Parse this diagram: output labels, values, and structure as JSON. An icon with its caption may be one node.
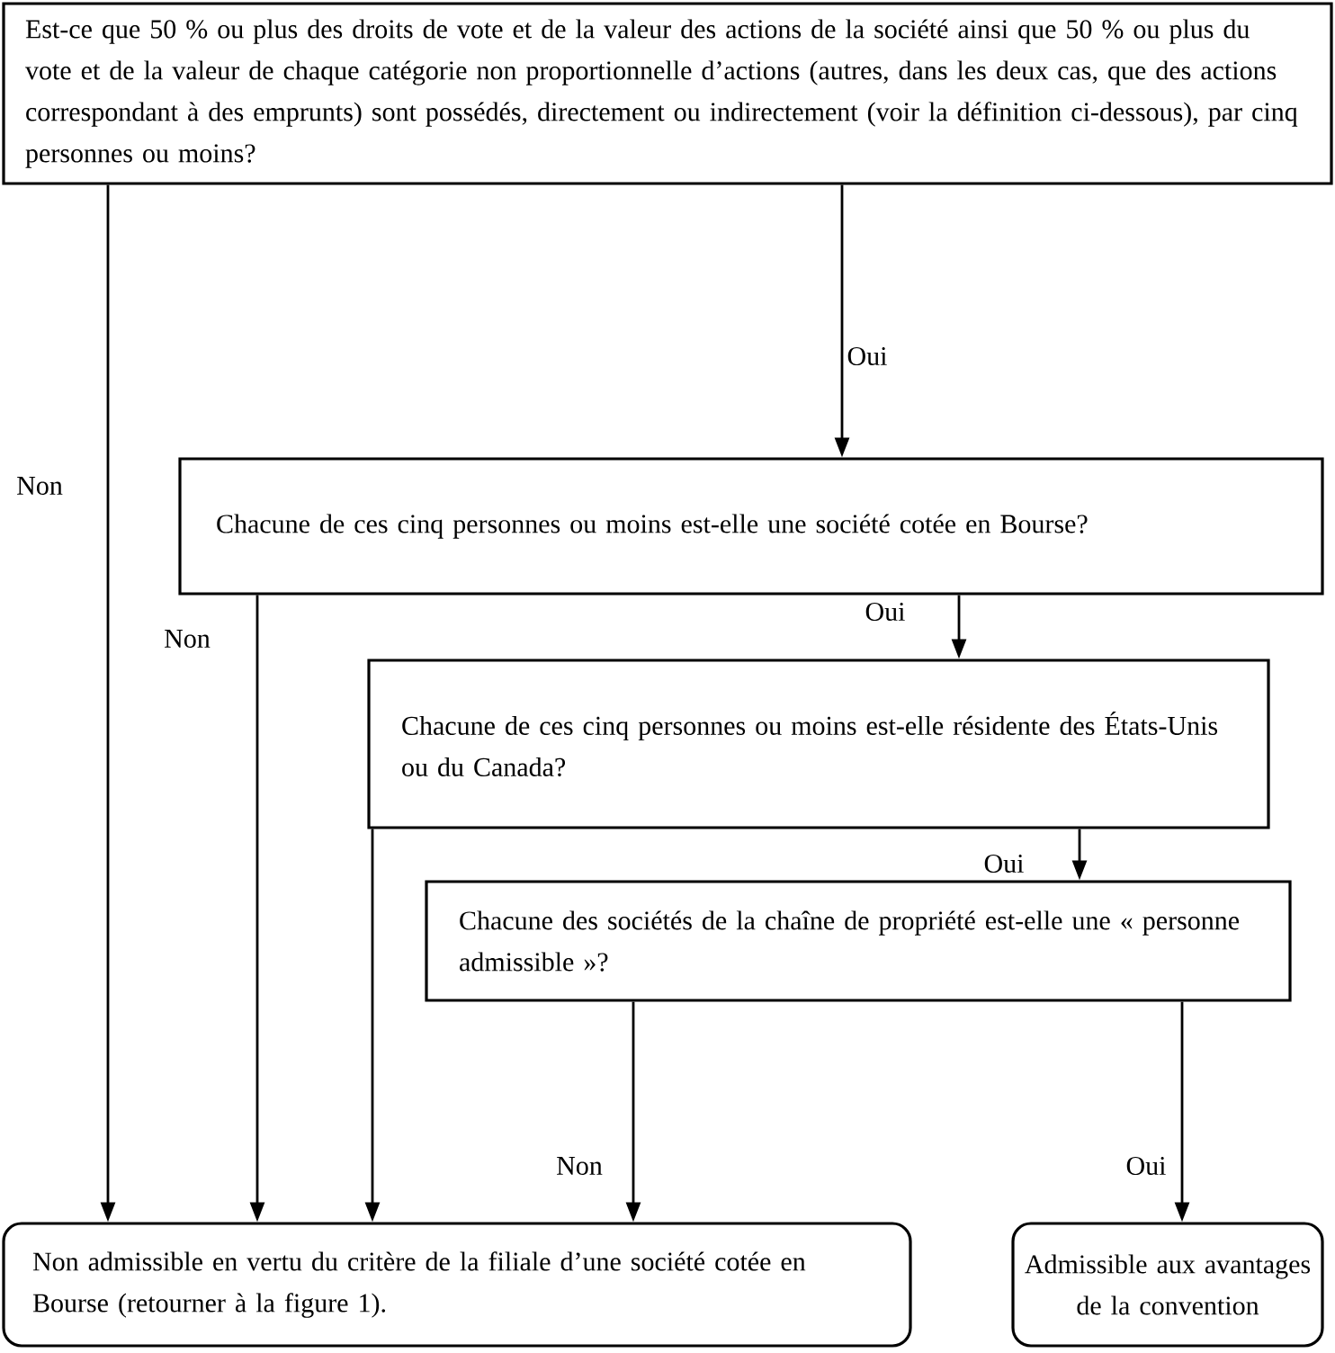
{
  "diagram": {
    "nodes": [
      {
        "text": [
          "Est-ce que 50 % ou plus des droits de vote et de la valeur des actions de la société ainsi que 50 % ou plus du vote et de la valeur de chaque catégorie non proportionnelle d’actions (autres, dans les deux cas, que des actions correspondant à des emprunts) sont possédés, directement ou indirectement (voir la définition ci-dessous), par cinq personnes ou moins?"
        ]
      },
      {
        "text": [
          "Chacune de ces cinq personnes ou moins est-elle une société cotée en Bourse?"
        ]
      },
      {
        "text": [
          "Chacune de ces cinq personnes ou moins est-elle résidente des États-Unis ou du Canada?"
        ]
      },
      {
        "text": [
          "Chacune des sociétés de la chaîne de propriété est-elle une « personne admissible »?"
        ]
      },
      {
        "text": [
          "Non admissible en vertu du critère de la filiale d’une société cotée en Bourse (retourner à la figure 1)."
        ]
      },
      {
        "text": [
          "Admissible aux avantages de la convention"
        ]
      }
    ],
    "edges": [
      {
        "from": 0,
        "to": 4,
        "arrow": "to",
        "label": "Non"
      },
      {
        "from": 0,
        "to": 1,
        "arrow": "to",
        "label": "Oui"
      },
      {
        "from": 1,
        "to": 4,
        "arrow": "to",
        "label": "Non"
      },
      {
        "from": 1,
        "to": 2,
        "arrow": "to",
        "label": "Oui"
      },
      {
        "from": 2,
        "to": 4,
        "arrow": "to"
      },
      {
        "from": 2,
        "to": 3,
        "arrow": "to",
        "label": "Oui"
      },
      {
        "from": 3,
        "to": 4,
        "arrow": "to",
        "label": "Non"
      },
      {
        "from": 3,
        "to": 5,
        "arrow": "to",
        "label": "Oui"
      }
    ]
  }
}
